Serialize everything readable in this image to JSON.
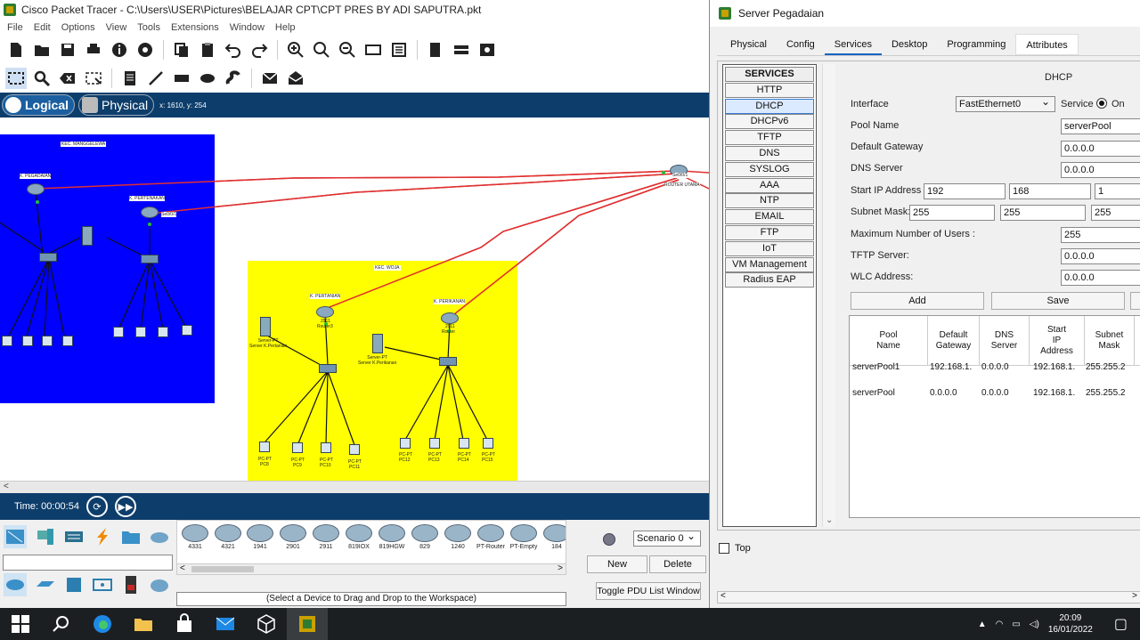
{
  "main": {
    "title": "Cisco Packet Tracer - C:\\Users\\USER\\Pictures\\BELAJAR CPT\\CPT PRES BY ADI SAPUTRA.pkt",
    "menu": [
      "File",
      "Edit",
      "Options",
      "View",
      "Tools",
      "Extensions",
      "Window",
      "Help"
    ],
    "modes": {
      "logical": "Logical",
      "physical": "Physical"
    },
    "coords": "x: 1610, y: 254",
    "time": "Time: 00:00:54",
    "scenario": "Scenario 0",
    "new_label": "New",
    "delete_label": "Delete",
    "pdu_label": "Toggle PDU List Window",
    "status_hint": "(Select a Device to Drag and Drop to the Workspace)",
    "models": [
      "4331",
      "4321",
      "1941",
      "2901",
      "2911",
      "819IOX",
      "819HGW",
      "829",
      "1240",
      "PT-Router",
      "PT-Empty",
      "184"
    ]
  },
  "workspace": {
    "zone_blue": {
      "label": "KEC. MANGGELEWA",
      "color": "#0000ff"
    },
    "zone_yellow": {
      "label": "KEC. WOJA",
      "color": "#ffff00"
    },
    "devices": {
      "router_pegadaian": "K. PEGADAIAN",
      "router_pertenakan": "K. PERTENAKAN",
      "router_pertenakan_port": "Se0/0/1",
      "router_utama": "ROUTER UTAMA",
      "router_utama_port": "Se0/0/1",
      "router_pertanian": "K. PERTANIAN",
      "router_pertanian_model": "2911",
      "router_pertanian_name": "Router3",
      "router_perikanan": "K. PERIKANAN",
      "router_perikanan_model": "2911",
      "router_perikanan_name": "Router",
      "server_pertanian": "Server-PT\nServer K.Pertanian",
      "server_perikanan": "Server-PT\nServer K.Perikanan",
      "pcs_yellow_left": [
        "PC8",
        "PC9",
        "PC10",
        "PC11"
      ],
      "pcs_yellow_right": [
        "PC12",
        "PC13",
        "PC14",
        "PC15"
      ],
      "pc_type": "PC-PT"
    },
    "link_color": "#e03030"
  },
  "dialog": {
    "title": "Server Pegadaian",
    "tabs": [
      "Physical",
      "Config",
      "Services",
      "Desktop",
      "Programming",
      "Attributes"
    ],
    "active_tab": "Services",
    "services_header": "SERVICES",
    "services": [
      "HTTP",
      "DHCP",
      "DHCPv6",
      "TFTP",
      "DNS",
      "SYSLOG",
      "AAA",
      "NTP",
      "EMAIL",
      "FTP",
      "IoT",
      "VM Management",
      "Radius EAP"
    ],
    "selected_service": "DHCP",
    "dhcp": {
      "heading": "DHCP",
      "interface_label": "Interface",
      "interface_value": "FastEthernet0",
      "service_label": "Service",
      "service_on": "On",
      "pool_name_label": "Pool Name",
      "pool_name_value": "serverPool",
      "gateway_label": "Default Gateway",
      "gateway_value": "0.0.0.0",
      "dns_label": "DNS Server",
      "dns_value": "0.0.0.0",
      "start_ip_label": "Start IP Address :",
      "start_ip": [
        "192",
        "168",
        "1"
      ],
      "mask_label": "Subnet Mask:",
      "mask": [
        "255",
        "255",
        "255"
      ],
      "max_users_label": "Maximum Number of Users :",
      "max_users_value": "255",
      "tftp_label": "TFTP Server:",
      "tftp_value": "0.0.0.0",
      "wlc_label": "WLC Address:",
      "wlc_value": "0.0.0.0",
      "add_label": "Add",
      "save_label": "Save",
      "table": {
        "headers": [
          "Pool\nName",
          "Default\nGateway",
          "DNS\nServer",
          "Start\nIP\nAddress",
          "Subnet\nMask"
        ],
        "rows": [
          [
            "serverPool1",
            "192.168.1.",
            "0.0.0.0",
            "192.168.1.",
            "255.255.2"
          ],
          [
            "serverPool",
            "0.0.0.0",
            "0.0.0.0",
            "192.168.1.",
            "255.255.2"
          ]
        ]
      }
    },
    "top_label": "Top"
  },
  "taskbar": {
    "time": "20:09",
    "date": "16/01/2022"
  }
}
